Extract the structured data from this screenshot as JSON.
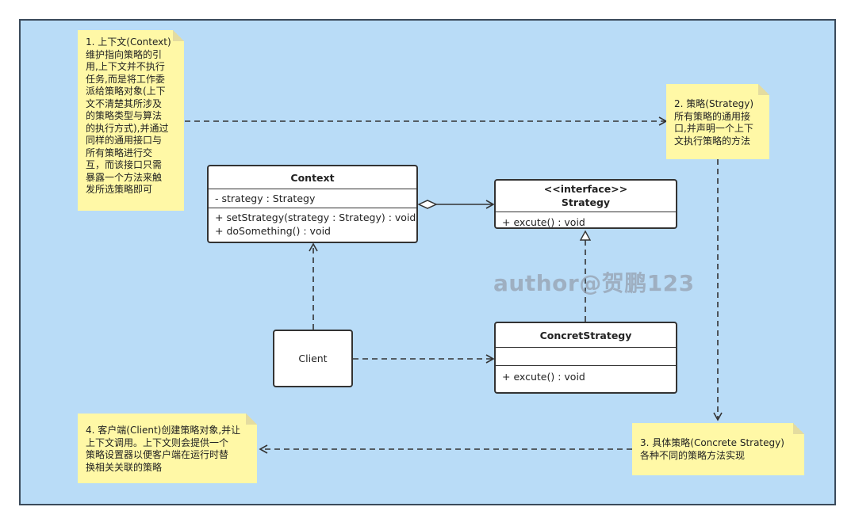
{
  "context": {
    "name": "Context",
    "attributes": [
      "- strategy : Strategy"
    ],
    "operations": [
      "+ setStrategy(strategy : Strategy) : void",
      "+ doSomething() : void"
    ]
  },
  "strategy": {
    "stereotype": "<<interface>>",
    "name": "Strategy",
    "operations": [
      "+ excute() : void"
    ]
  },
  "concrete": {
    "name": "ConcretStrategy",
    "operations": [
      "+ excute() : void"
    ]
  },
  "client": {
    "name": "Client"
  },
  "notes": {
    "note1": "1. 上下文(Context)\n维护指向策略的引\n用,上下文并不执行\n任务,而是将工作委\n派给策略对象(上下\n文不清楚其所涉及\n的策略类型与算法\n的执行方式),并通过\n同样的通用接口与\n所有策略进行交\n互，而该接口只需\n暴露一个方法来触\n发所选策略即可",
    "note2": "2. 策略(Strategy)\n所有策略的通用接\n口,并声明一个上下\n文执行策略的方法",
    "note3": "3. 具体策略(Concrete Strategy)\n各种不同的策略方法实现",
    "note4": "4. 客户端(Client)创建策略对象,并让\n上下文调用。上下文则会提供一个\n策略设置器以便客户端在运行时替\n换相关关联的策略"
  },
  "watermark": "author@贺鹏123",
  "colors": {
    "background": "#b9dcf7",
    "note": "#fff8a6",
    "border": "#333333"
  }
}
